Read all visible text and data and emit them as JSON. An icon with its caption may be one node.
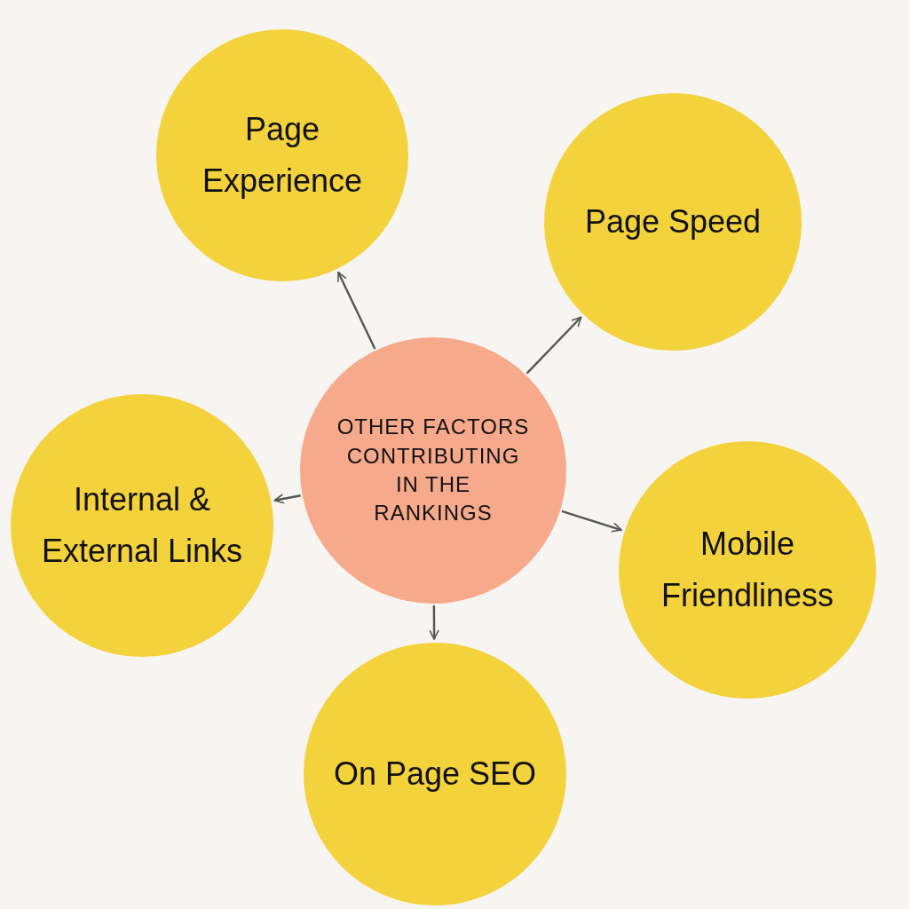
{
  "diagram": {
    "nodes": [
      {
        "text": [
          "Page Experience"
        ]
      },
      {
        "text": [
          "Page Speed"
        ]
      },
      {
        "text": [
          "OTHER FACTORS CONTRIBUTING IN THE RANKINGS"
        ]
      },
      {
        "text": [
          "Internal & External Links"
        ]
      },
      {
        "text": [
          "Mobile Friendliness"
        ]
      },
      {
        "text": [
          "On Page SEO"
        ]
      }
    ],
    "edges": [
      {
        "from": 2,
        "to": 0,
        "arrow": "to"
      },
      {
        "from": 2,
        "to": 1,
        "arrow": "to"
      },
      {
        "from": 2,
        "to": 3,
        "arrow": "to"
      },
      {
        "from": 2,
        "to": 4,
        "arrow": "to"
      },
      {
        "from": 2,
        "to": 5,
        "arrow": "to"
      }
    ]
  }
}
